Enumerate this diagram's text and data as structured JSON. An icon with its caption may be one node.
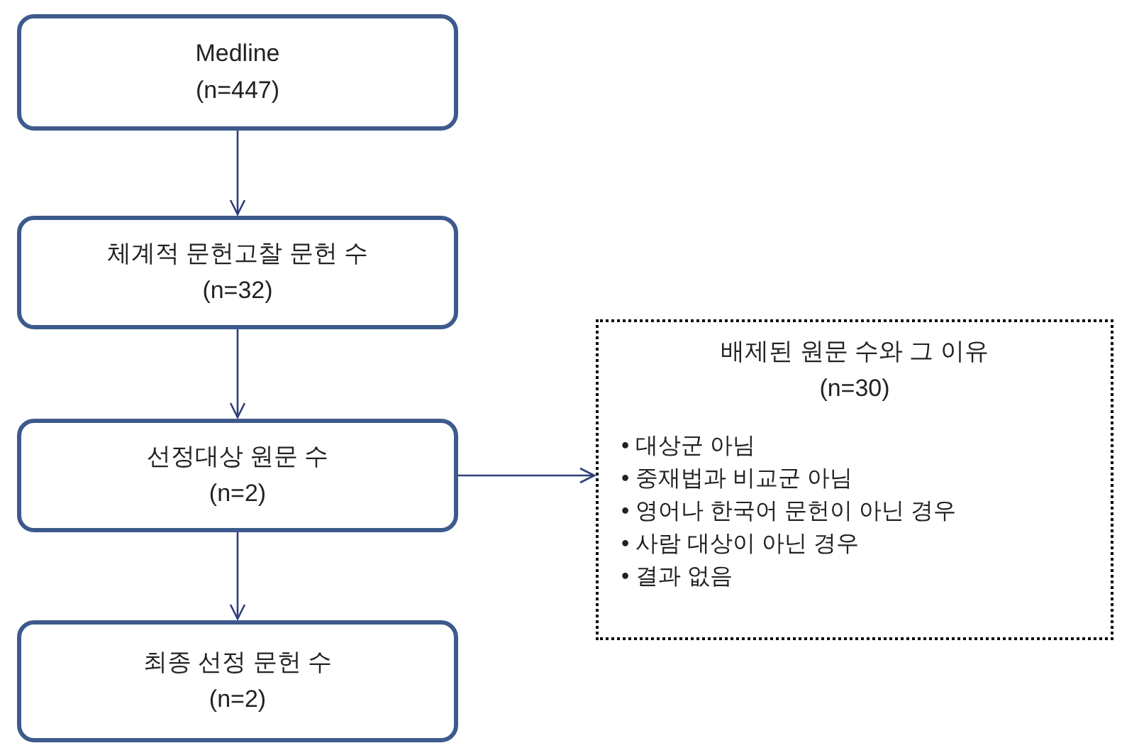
{
  "diagram": {
    "nodes": [
      {
        "text": [
          "Medline",
          "(n=447)"
        ]
      },
      {
        "text": [
          "체계적 문헌고찰 문헌 수",
          "(n=32)"
        ]
      },
      {
        "text": [
          "선정대상 원문 수",
          "(n=2)"
        ]
      },
      {
        "text": [
          "최종 선정 문헌 수",
          "(n=2)"
        ]
      },
      {
        "text": [
          "배제된 원문 수와 그 이유 (n=30)",
          "• 대상군 아님",
          "• 중재법과 비교군 아님",
          "• 영어나 한국어 문헌이 아닌 경우",
          "• 사람 대상이 아닌 경우",
          "• 결과 없음"
        ]
      }
    ],
    "edges": [
      {
        "from": 0,
        "to": 1,
        "arrow": "to"
      },
      {
        "from": 1,
        "to": 2,
        "arrow": "to"
      },
      {
        "from": 2,
        "to": 3,
        "arrow": "to"
      },
      {
        "from": 2,
        "to": 4,
        "arrow": "to"
      }
    ]
  }
}
